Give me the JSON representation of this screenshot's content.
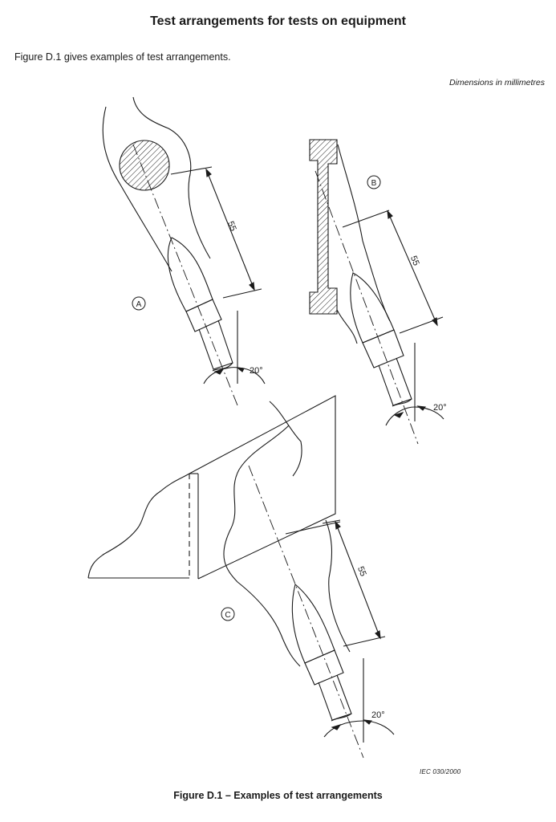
{
  "document": {
    "heading": "Test arrangements for tests on equipment",
    "intro": "Figure D.1 gives examples of test arrangements.",
    "dimensions_note": "Dimensions in millimetres",
    "source_ref": "IEC 030/2000",
    "caption": "Figure D.1 – Examples of test arrangements"
  },
  "figure": {
    "panels": [
      {
        "marker": "A",
        "dimension": "55",
        "angle": "20°"
      },
      {
        "marker": "B",
        "dimension": "55",
        "angle": "20°"
      },
      {
        "marker": "C",
        "dimension": "55",
        "angle": "20°"
      }
    ]
  }
}
